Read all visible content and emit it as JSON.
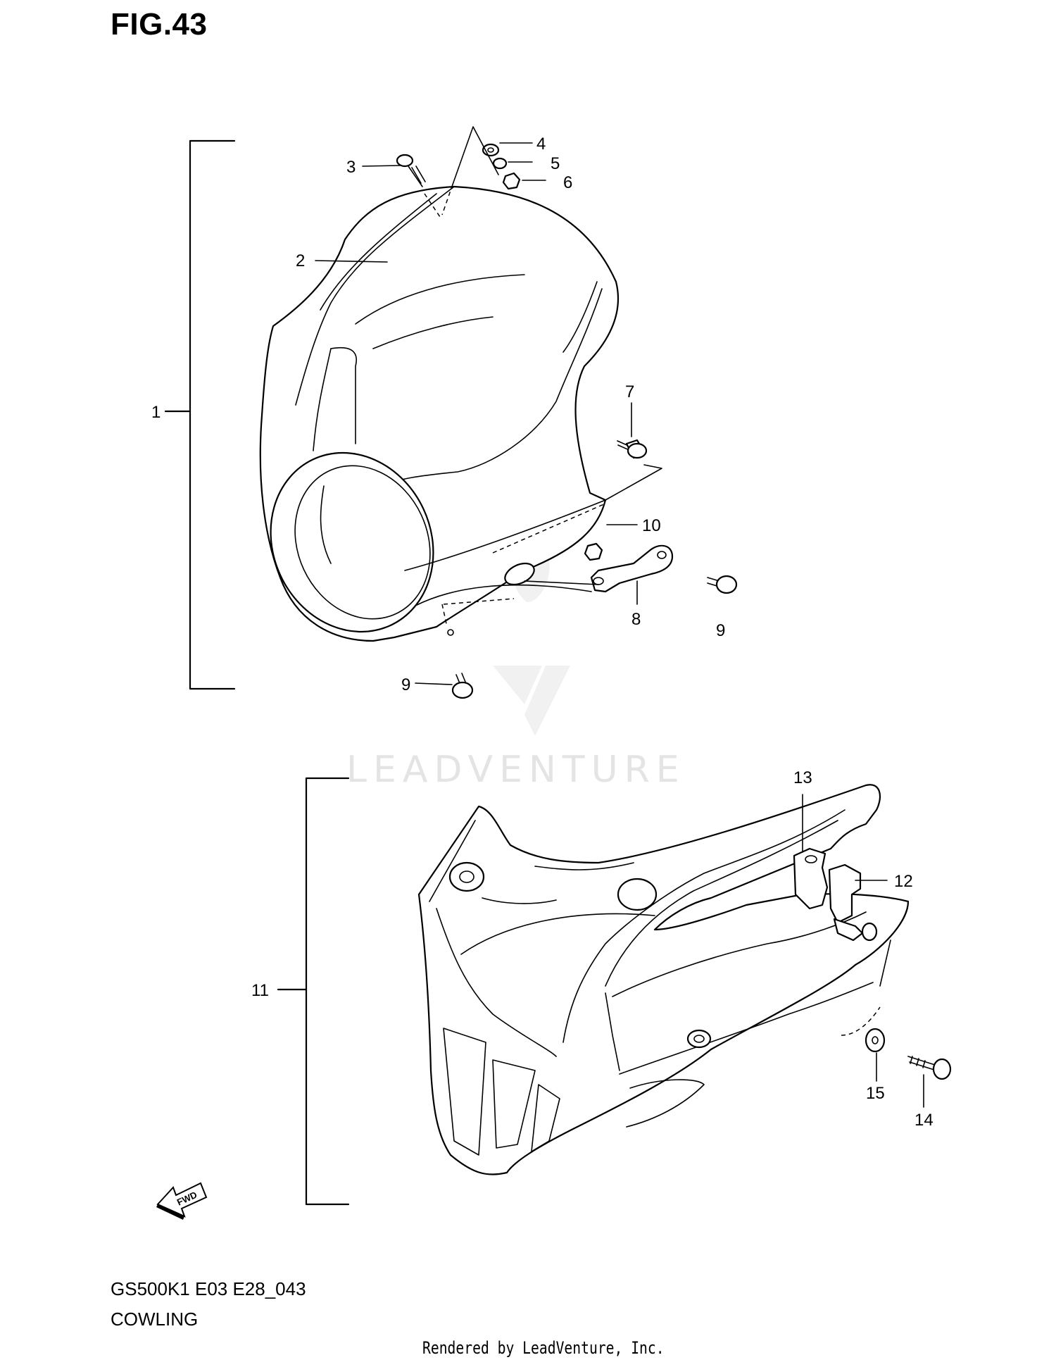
{
  "figure": {
    "title": "FIG.43",
    "model_code": "GS500K1 E03 E28_043",
    "section_name": "COWLING",
    "footer": "Rendered by LeadVenture, Inc.",
    "watermark": "LEADVENTURE",
    "fwd_label": "FWD"
  },
  "callouts": [
    "1",
    "2",
    "3",
    "4",
    "5",
    "6",
    "7",
    "8",
    "9",
    "9",
    "10",
    "11",
    "12",
    "13",
    "14",
    "15"
  ],
  "icons": {
    "watermark_logo": "flame-v-logo-icon",
    "forward_arrow": "fwd-arrow-icon"
  }
}
